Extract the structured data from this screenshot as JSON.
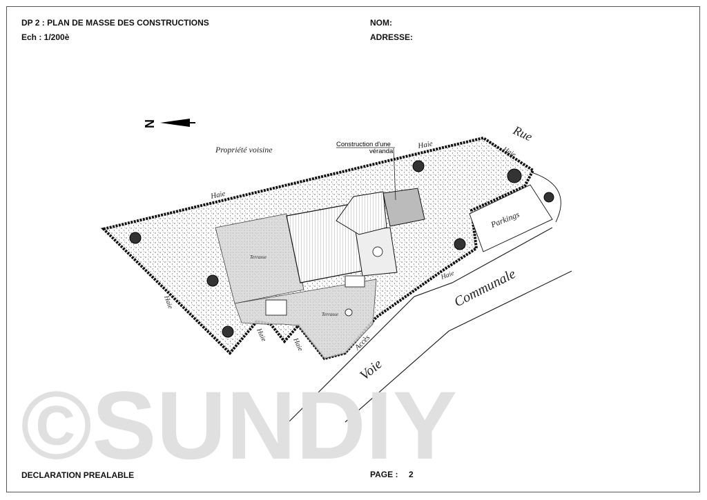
{
  "header": {
    "title": "DP 2 : PLAN DE MASSE DES CONSTRUCTIONS",
    "scale": "Ech : 1/200è",
    "name_label": "NOM:",
    "address_label": "ADRESSE:"
  },
  "footer": {
    "declaration": "DECLARATION PREALABLE",
    "page_label": "PAGE :",
    "page_number": "2"
  },
  "plan": {
    "north_label": "N",
    "neighbor": "Propriété voisine",
    "construction_note_line1": "Construction d'une",
    "construction_note_line2": "véranda",
    "hedge": "Haie",
    "terrace": "Terrasse",
    "parking": "Parkings",
    "access": "Accès",
    "street": "Rue",
    "road_word1": "Voie",
    "road_word2": "Communale"
  },
  "watermark": "©SUNDIY"
}
